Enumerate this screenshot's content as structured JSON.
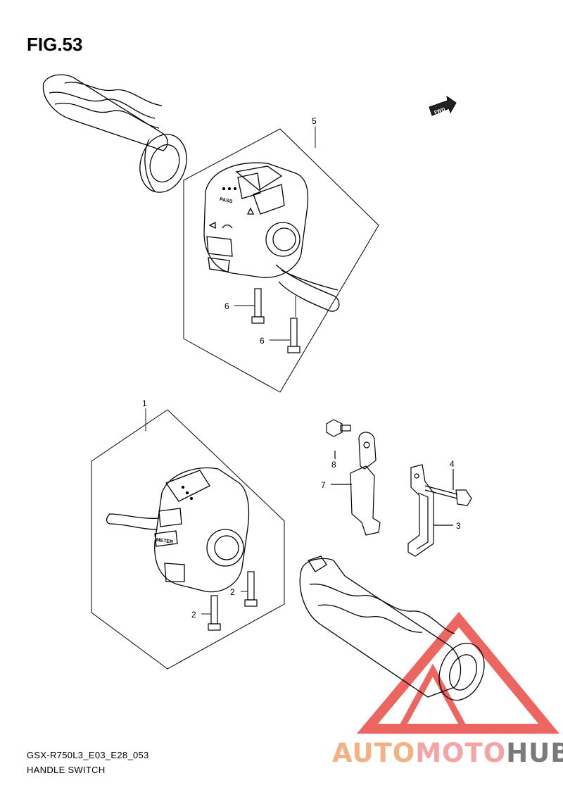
{
  "figure": {
    "title": "FIG.53",
    "code": "GSX-R750L3_E03_E28_053",
    "name": "HANDLE SWITCH"
  },
  "fwd_tag": "FWD",
  "switch_labels": {
    "pass": "PASS",
    "meter": "METER"
  },
  "callouts": {
    "p1": "1",
    "p2a": "2",
    "p2b": "2",
    "p3": "3",
    "p4": "4",
    "p5": "5",
    "p6a": "6",
    "p6b": "6",
    "p7": "7",
    "p8": "8"
  },
  "watermark": {
    "part1": "AUTO",
    "part2": "MOTO",
    "part3": "HUB",
    "colors": {
      "auto": "#f4b183",
      "moto": "#f5a3a3",
      "hub": "#7a7a7a",
      "triangle": "#e8322c"
    }
  }
}
